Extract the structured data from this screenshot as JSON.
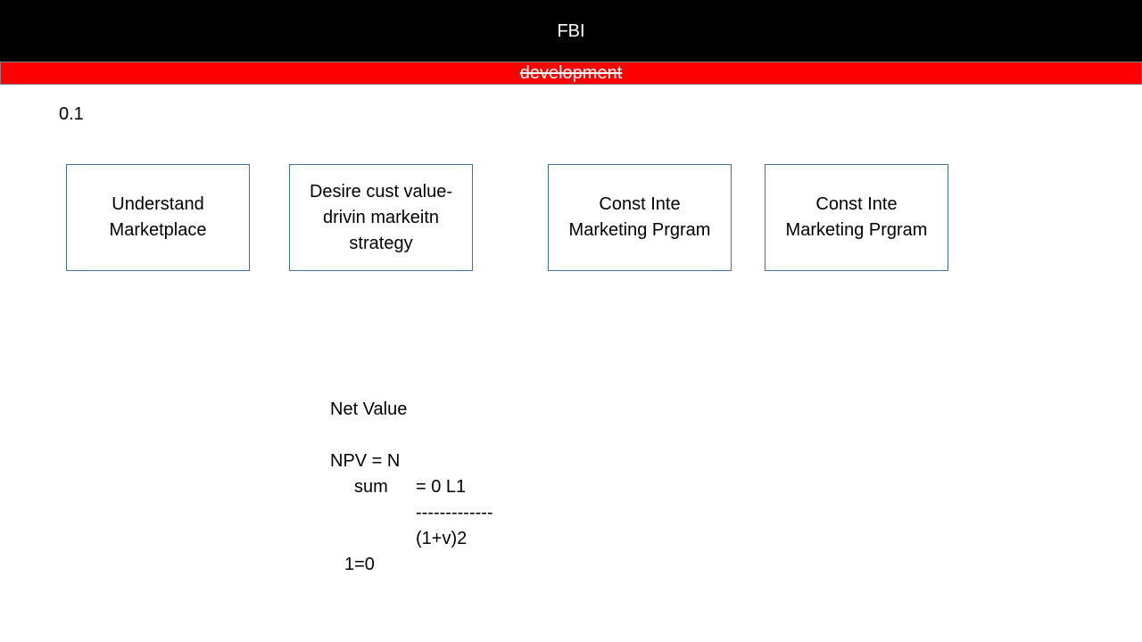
{
  "header": {
    "title": "FBI",
    "subtitle": "development"
  },
  "version_label": "0.1",
  "process_boxes": [
    {
      "label": "Understand Marketplace",
      "line1": "Understand",
      "line2": "Marketplace"
    },
    {
      "label": "Desire cust value-drivin markeitn strategy",
      "line1": "Desire cust value-",
      "line2": "drivin markeitn",
      "line3": "strategy"
    },
    {
      "label": "Const Inte Marketing Prgram",
      "line1": "Const Inte",
      "line2": "Marketing Prgram"
    },
    {
      "label": "Const Inte Marketing Prgram",
      "line1": "Const Inte",
      "line2": "Marketing Prgram"
    }
  ],
  "formula": {
    "heading": "Net Value",
    "npv": "NPV = N",
    "sum": "sum",
    "numerator": "= 0 L1",
    "divider": "-------------",
    "denominator": "(1+v)2",
    "index": "1=0"
  },
  "colors": {
    "title_bar": "#000000",
    "subtitle_bar": "#ff0000",
    "box_border": "#41719c"
  }
}
